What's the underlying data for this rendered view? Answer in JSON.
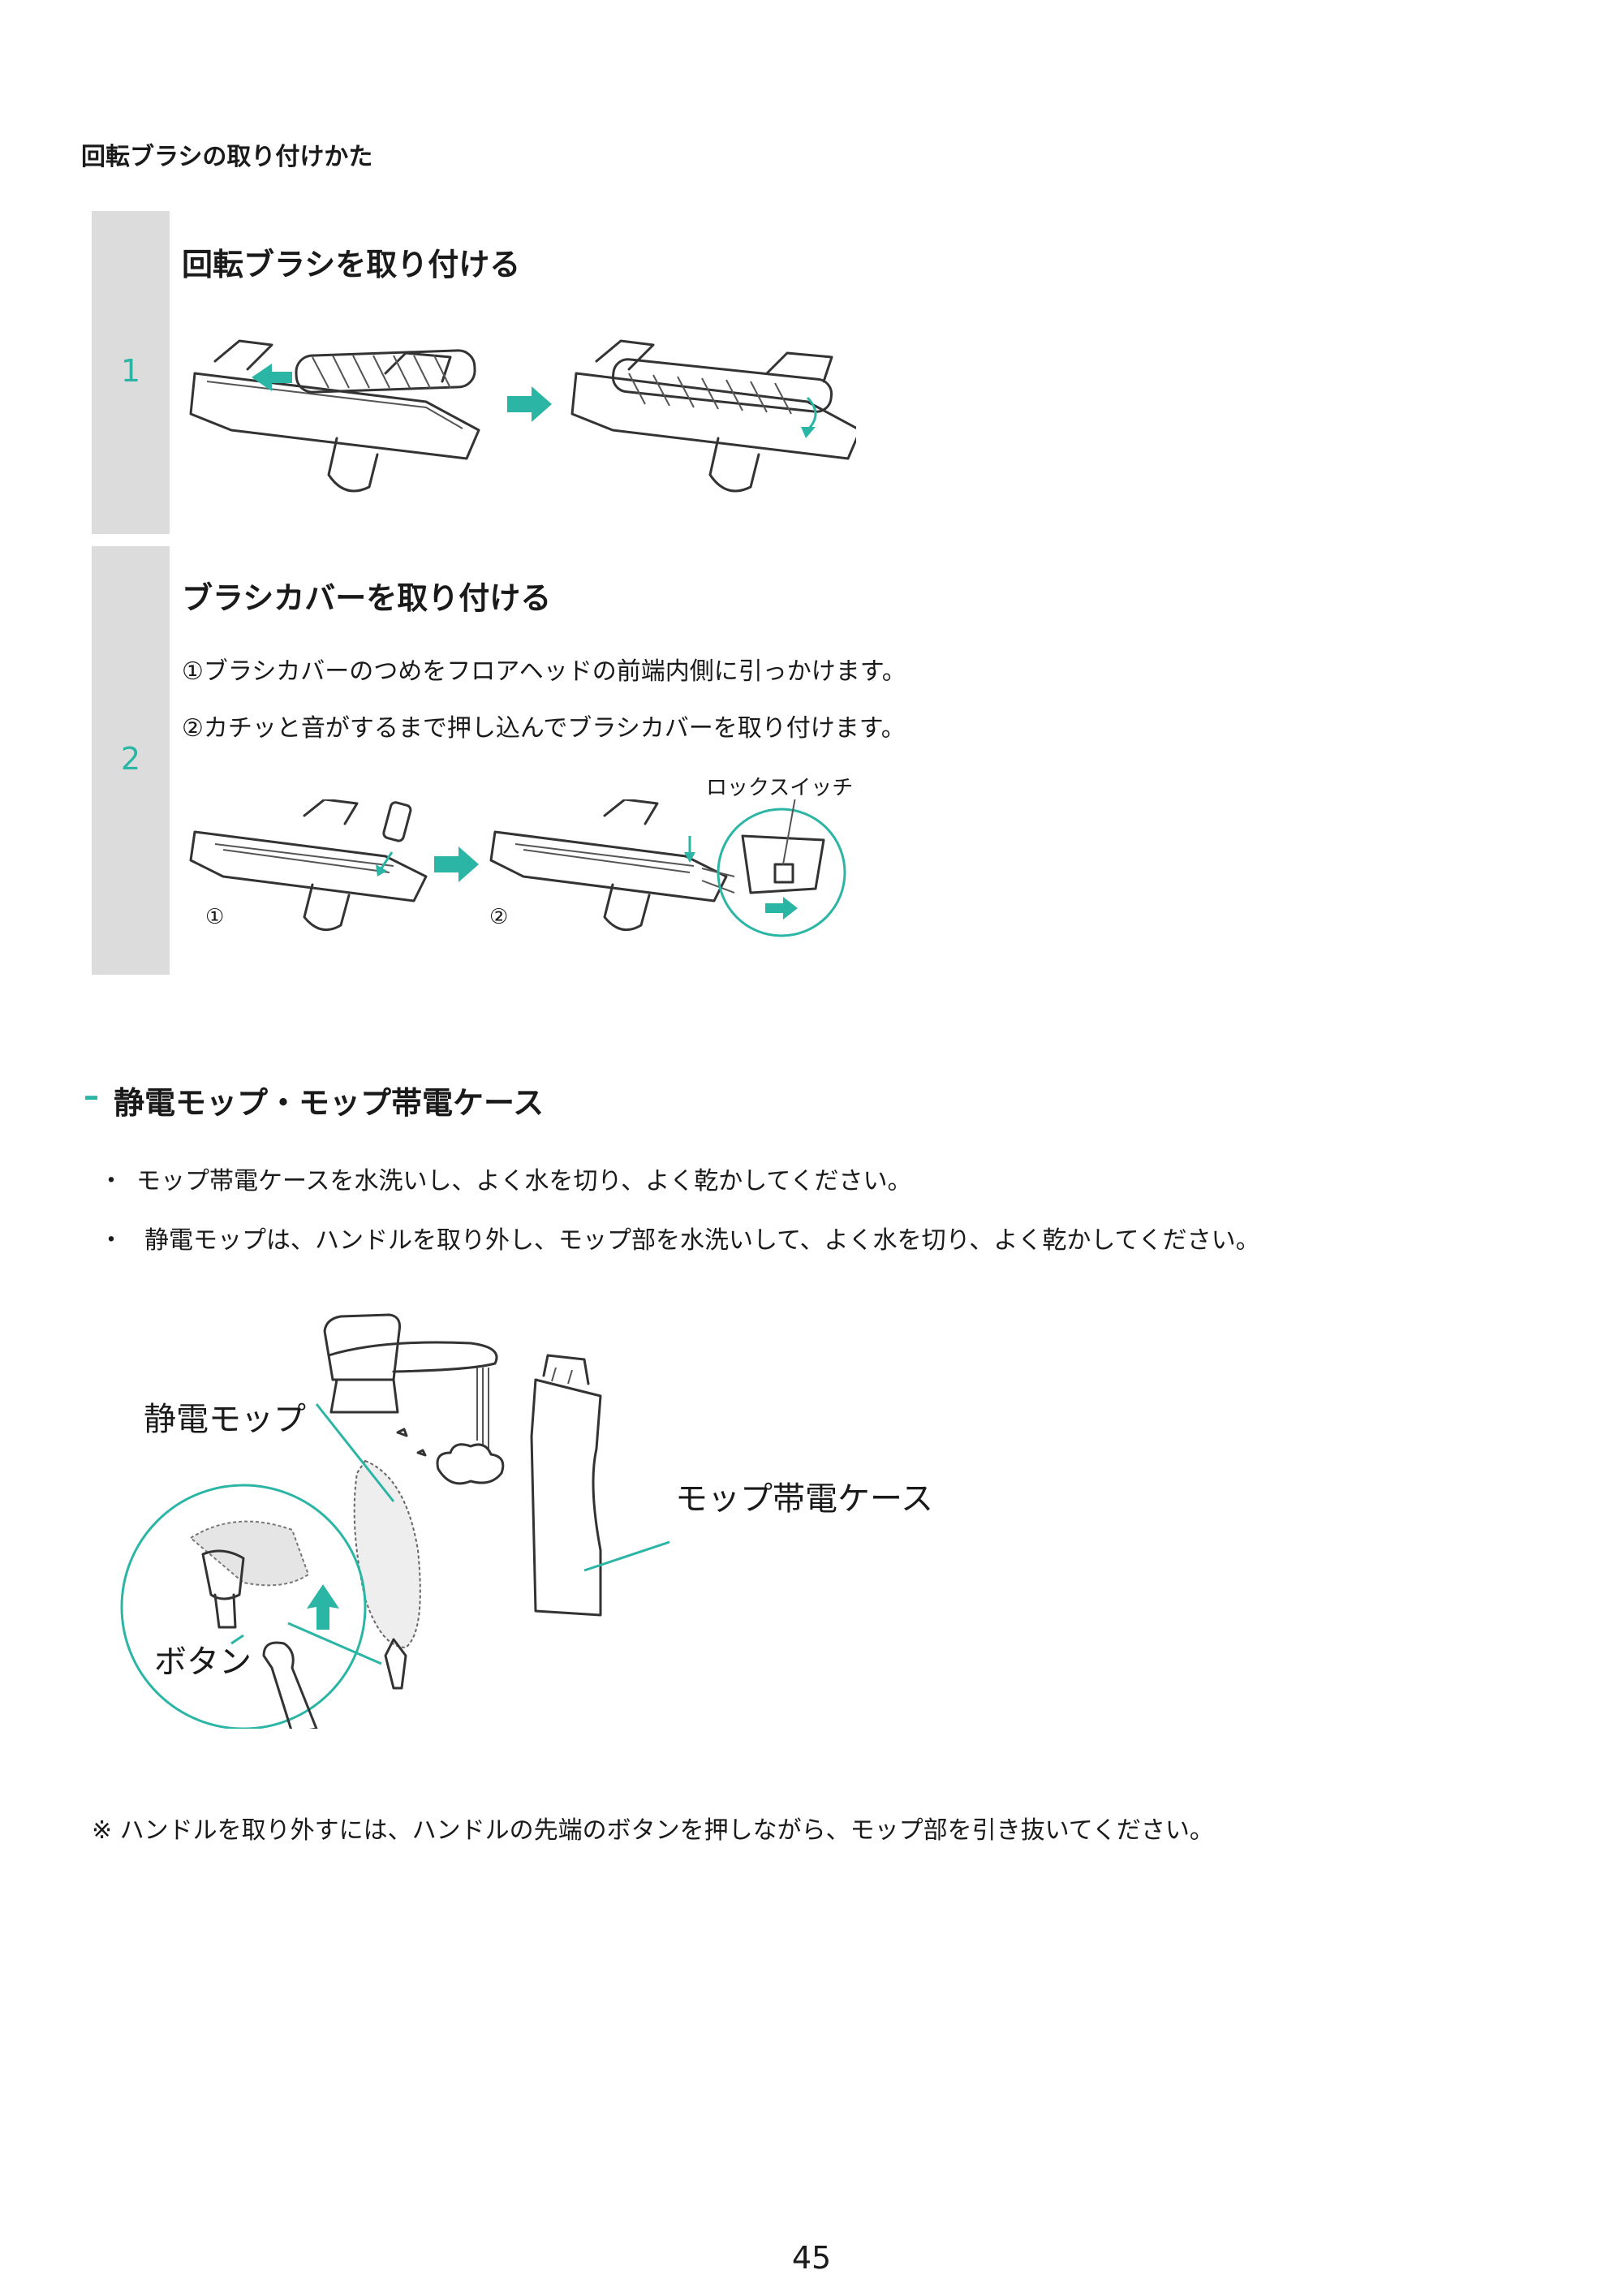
{
  "page": {
    "section_title": "回転ブラシの取り付けかた",
    "steps": [
      {
        "number": "1",
        "title": "回転ブラシを取り付ける",
        "instructions": []
      },
      {
        "number": "2",
        "title": "ブラシカバーを取り付ける",
        "instructions": [
          "①ブラシカバーのつめをフロアヘッドの前端内側に引っかけます。",
          "②カチッと音がするまで押し込んでブラシカバーを取り付けます。"
        ],
        "lock_switch_label": "ロックスイッチ",
        "figure_labels": [
          "①",
          "②"
        ]
      }
    ],
    "mop_section": {
      "heading_dash": "–",
      "heading": "静電モップ・モップ帯電ケース",
      "bullets": [
        "モップ帯電ケースを水洗いし、よく水を切り、よく乾かしてください。",
        "静電モップは、ハンドルを取り外し、モップ部を水洗いして、よく水を切り、よく乾かしてください。"
      ],
      "bullet_mark": "・",
      "labels": {
        "mop": "静電モップ",
        "case": "モップ帯電ケース",
        "button": "ボタン"
      },
      "note": "※ ハンドルを取り外すには、ハンドルの先端のボタンを押しながら、モップ部を引き抜いてください。"
    },
    "page_number": "45"
  },
  "colors": {
    "accent": "#2bb5a5",
    "step_bg": "#dcdcdc"
  }
}
